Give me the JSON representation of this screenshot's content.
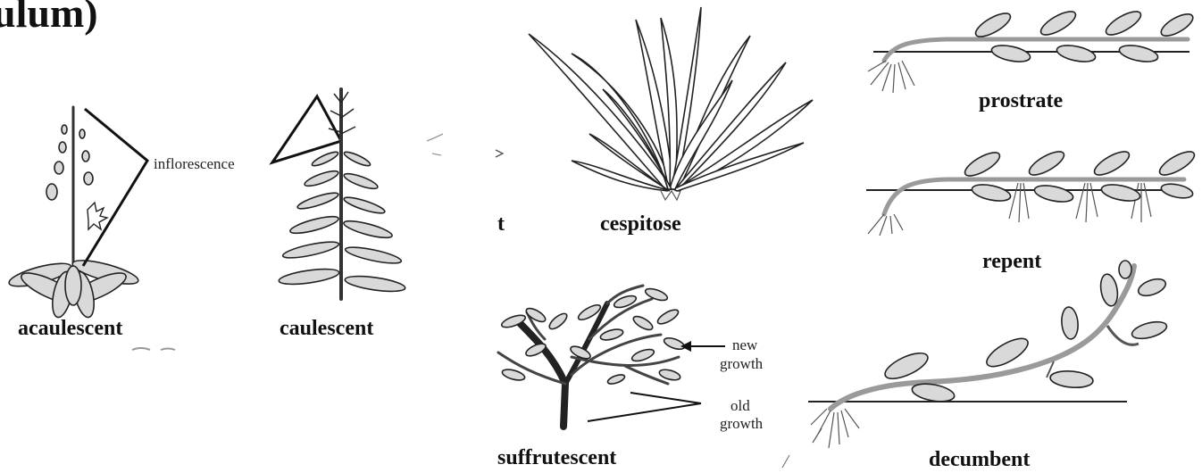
{
  "figure": {
    "heading_fragment": "ulum)",
    "left_fragment_label": "t",
    "labels": {
      "inflorescence": "inflorescence",
      "acaulescent": "acaulescent",
      "caulescent": "caulescent",
      "cespitose": "cespitose",
      "prostrate": "prostrate",
      "repent": "repent",
      "suffrutescent": "suffrutescent",
      "decumbent": "decumbent"
    },
    "annotations": {
      "new_growth_line1": "new",
      "new_growth_line2": "growth",
      "old_growth_line1": "old",
      "old_growth_line2": "growth"
    }
  }
}
